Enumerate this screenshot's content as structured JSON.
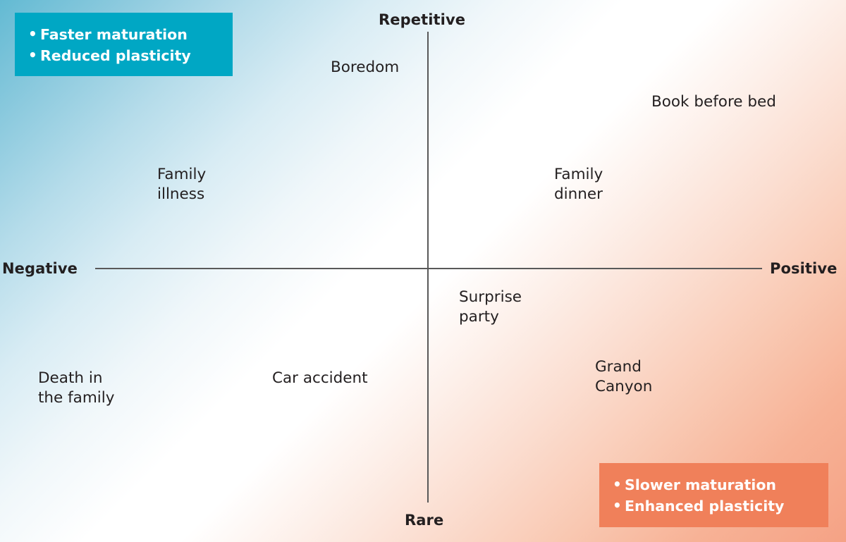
{
  "chart_data": {
    "type": "scatter",
    "title": "",
    "description": "Two-by-two conceptual quadrant diagram mapping life experiences by valence (Negative to Positive) and frequency (Rare to Repetitive).",
    "axes": {
      "x": {
        "label_negative": "Negative",
        "label_positive": "Positive"
      },
      "y": {
        "label_top": "Repetitive",
        "label_bottom": "Rare"
      }
    },
    "grid": false,
    "legend": "none",
    "points": [
      {
        "label": "Boredom",
        "quadrant": "negative-repetitive",
        "x": -0.18,
        "y": 0.78
      },
      {
        "label": "Book before bed",
        "quadrant": "positive-repetitive",
        "x": 0.7,
        "y": 0.63
      },
      {
        "label": "Family\nillness",
        "quadrant": "negative-repetitive",
        "x": -0.6,
        "y": 0.37
      },
      {
        "label": "Family\ndinner",
        "quadrant": "positive-repetitive",
        "x": 0.38,
        "y": 0.37
      },
      {
        "label": "Surprise\nparty",
        "quadrant": "positive-rare",
        "x": 0.1,
        "y": -0.12
      },
      {
        "label": "Death in\nthe family",
        "quadrant": "negative-rare",
        "x": -0.89,
        "y": -0.44
      },
      {
        "label": "Car accident",
        "quadrant": "negative-rare",
        "x": -0.34,
        "y": -0.44
      },
      {
        "label": "Grand\nCanyon",
        "quadrant": "positive-rare",
        "x": 0.47,
        "y": -0.4
      }
    ],
    "annotations": [
      {
        "position": "top-left",
        "color": "#00a7c4",
        "items": [
          "Faster maturation",
          "Reduced plasticity"
        ]
      },
      {
        "position": "bottom-right",
        "color": "#f0805a",
        "items": [
          "Slower maturation",
          "Enhanced plasticity"
        ]
      }
    ]
  },
  "axis_labels": {
    "repetitive": "Repetitive",
    "rare": "Rare",
    "negative": "Negative",
    "positive": "Positive"
  },
  "items": {
    "boredom": "Boredom",
    "book_before_bed": "Book before bed",
    "family_illness": "Family\nillness",
    "family_dinner": "Family\ndinner",
    "surprise_party": "Surprise\nparty",
    "death_in_the_family": "Death in\nthe family",
    "car_accident": "Car accident",
    "grand_canyon": "Grand\nCanyon"
  },
  "callouts": {
    "teal": {
      "bullet_1": "Faster maturation",
      "bullet_2": "Reduced plasticity",
      "background": "#00a7c4"
    },
    "orange": {
      "bullet_1": "Slower maturation",
      "bullet_2": "Enhanced plasticity",
      "background": "#f0805a"
    }
  },
  "colors": {
    "gradient_start": "#63bad3",
    "gradient_mid": "#ffffff",
    "gradient_end": "#f5a285",
    "axis_line": "#595959",
    "text": "#231f20"
  }
}
